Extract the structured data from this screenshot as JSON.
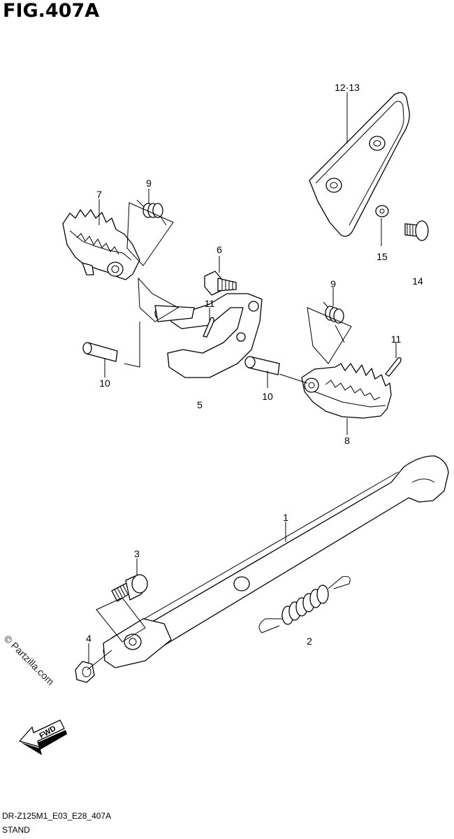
{
  "figure": {
    "title": "FIG.407A"
  },
  "callouts": {
    "p1": "1",
    "p2": "2",
    "p3": "3",
    "p4": "4",
    "p5": "5",
    "p6": "6",
    "p7": "7",
    "p8": "8",
    "p9a": "9",
    "p9b": "9",
    "p10a": "10",
    "p10b": "10",
    "p11a": "11",
    "p11b": "11",
    "p12": "12·13",
    "p14": "14",
    "p15": "15"
  },
  "footer": {
    "code": "DR-Z125M1_E03_E28_407A",
    "section": "STAND"
  },
  "watermark": "© Partzilla.com",
  "fwd_label": "FWD"
}
